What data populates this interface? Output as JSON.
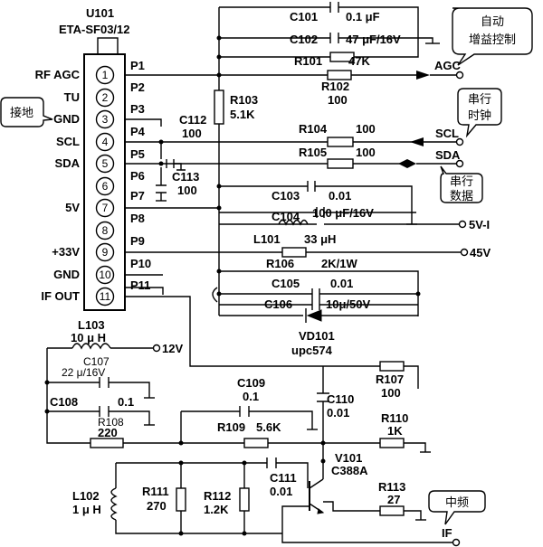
{
  "module": {
    "ref": "U101",
    "model": "ETA-SF03/12"
  },
  "pins": [
    {
      "num": "1",
      "label": "RF AGC",
      "p": "P1"
    },
    {
      "num": "2",
      "label": "TU",
      "p": "P2"
    },
    {
      "num": "3",
      "label": "GND",
      "p": "P3"
    },
    {
      "num": "4",
      "label": "SCL",
      "p": "P4"
    },
    {
      "num": "5",
      "label": "SDA",
      "p": "P5"
    },
    {
      "num": "6",
      "label": "",
      "p": "P6"
    },
    {
      "num": "7",
      "label": "5V",
      "p": "P7"
    },
    {
      "num": "8",
      "label": "",
      "p": "P8"
    },
    {
      "num": "9",
      "label": "+33V",
      "p": "P9"
    },
    {
      "num": "10",
      "label": "GND",
      "p": "P10"
    },
    {
      "num": "11",
      "label": "IF OUT",
      "p": "P11"
    }
  ],
  "components": {
    "c101": {
      "ref": "C101",
      "value": "0.1 μF"
    },
    "c102": {
      "ref": "C102",
      "value": "47 μF/16V"
    },
    "r101": {
      "ref": "R101",
      "value": "47K"
    },
    "r102": {
      "ref": "R102",
      "value": "100"
    },
    "r103": {
      "ref": "R103",
      "value": "5.1K"
    },
    "c112": {
      "ref": "C112",
      "value": "100"
    },
    "c113": {
      "ref": "C113",
      "value": "100"
    },
    "r104": {
      "ref": "R104",
      "value": "100"
    },
    "r105": {
      "ref": "R105",
      "value": "100"
    },
    "c103": {
      "ref": "C103",
      "value": "0.01"
    },
    "c104": {
      "ref": "C104",
      "value": "100 μF/16V"
    },
    "l101": {
      "ref": "L101",
      "value": "33 μH"
    },
    "r106": {
      "ref": "R106",
      "value": "2K/1W"
    },
    "c105": {
      "ref": "C105",
      "value": "0.01"
    },
    "c106": {
      "ref": "C106",
      "value": "10μ/50V"
    },
    "vd101": {
      "ref": "VD101",
      "value": "upc574"
    },
    "l103": {
      "ref": "L103",
      "value": "10 μ H"
    },
    "c107": {
      "ref": "C107",
      "value": "22 μ/16V"
    },
    "c108": {
      "ref": "C108",
      "value": "0.1"
    },
    "r108": {
      "ref": "R108",
      "value": "220"
    },
    "c109": {
      "ref": "C109",
      "value": "0.1"
    },
    "r109": {
      "ref": "R109",
      "value": "5.6K"
    },
    "c110": {
      "ref": "C110",
      "value": "0.01"
    },
    "r110": {
      "ref": "R110",
      "value": "1K"
    },
    "r107": {
      "ref": "R107",
      "value": "100"
    },
    "v101": {
      "ref": "V101",
      "value": "C388A"
    },
    "c111": {
      "ref": "C111",
      "value": "0.01"
    },
    "r111": {
      "ref": "R111",
      "value": "270"
    },
    "r112": {
      "ref": "R112",
      "value": "1.2K"
    },
    "r113": {
      "ref": "R113",
      "value": "27"
    },
    "l102": {
      "ref": "L102",
      "value": "1 μ H"
    }
  },
  "terminals": {
    "agc": "AGC",
    "scl": "SCL",
    "sda": "SDA",
    "v5": "5V-I",
    "v45": "45V",
    "v12": "12V",
    "if": "IF"
  },
  "callouts": {
    "agc_line1": "自动",
    "agc_line2": "增益控制",
    "ground": "接地",
    "clock_line1": "串行",
    "clock_line2": "时钟",
    "data_line1": "串行",
    "data_line2": "数据",
    "if_label": "中频"
  }
}
